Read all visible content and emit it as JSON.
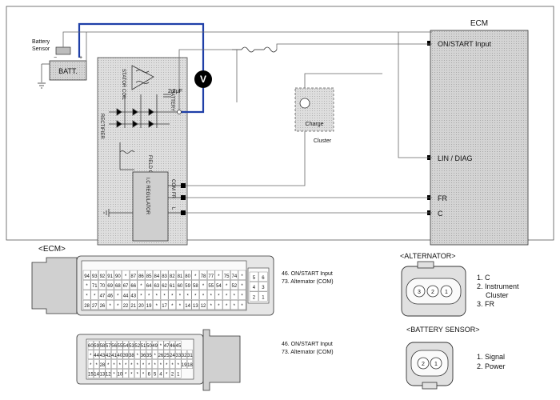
{
  "schematic": {
    "battery_sensor_label": [
      "Battery",
      "Sensor"
    ],
    "battery_label": "BATT.",
    "battery_terminal": "BATTERY",
    "voltmeter_symbol": "V",
    "stator_coil": "STATOR COIL",
    "rectifier": "RECTIFIER",
    "field_coil": "FIELD COIL",
    "ic_regulator": "I.C REGULATOR",
    "cap_value": "2.2μF",
    "alt_terminals": [
      "COM",
      "FR",
      "L"
    ],
    "charge_lamp": "Charge",
    "cluster": "Cluster",
    "ecm_title": "ECM",
    "ecm_inputs": [
      "ON/START Input",
      "LIN / DIAG",
      "FR",
      "C"
    ]
  },
  "connectors": {
    "ecm_title": "<ECM>",
    "ecm_upper_rows": [
      [
        "94",
        "93",
        "92",
        "91",
        "90",
        "*",
        "87",
        "86",
        "85",
        "84",
        "83",
        "82",
        "81",
        "80",
        "*",
        "78",
        "77",
        "*",
        "75",
        "74",
        "*"
      ],
      [
        "*",
        "71",
        "70",
        "69",
        "68",
        "67",
        "66",
        "*",
        "64",
        "63",
        "62",
        "61",
        "60",
        "59",
        "58",
        "*",
        "55",
        "54",
        "*",
        "52",
        "*"
      ],
      [
        "*",
        "*",
        "47",
        "46",
        "*",
        "44",
        "43",
        "*",
        "*",
        "*",
        "*",
        "*",
        "*",
        "*",
        "*",
        "*",
        "*",
        "*",
        "*",
        "*",
        "*"
      ],
      [
        "28",
        "27",
        "26",
        "*",
        "*",
        "22",
        "21",
        "20",
        "19",
        "*",
        "17",
        "*",
        "*",
        "14",
        "13",
        "12",
        "*",
        "*",
        "*",
        "*",
        "*"
      ]
    ],
    "ecm_upper_side": [
      [
        "5",
        "6"
      ],
      [
        "4",
        "3"
      ],
      [
        "2",
        "1"
      ]
    ],
    "ecm_upper_notes": [
      "46. ON/START Input",
      "73. Alternator (COM)"
    ],
    "ecm_lower_rows": [
      [
        "60",
        "59",
        "58",
        "57",
        "56",
        "55",
        "54",
        "53",
        "52",
        "51",
        "50",
        "49",
        "*",
        "47",
        "46",
        "45"
      ],
      [
        "*",
        "44",
        "43",
        "42",
        "41",
        "40",
        "39",
        "38",
        "*",
        "36",
        "35",
        "*",
        "26",
        "25",
        "24",
        "33",
        "32",
        "31"
      ],
      [
        "*",
        "*",
        "28",
        "*",
        "*",
        "*",
        "*",
        "*",
        "*",
        "*",
        "*",
        "*",
        "*",
        "*",
        "*",
        "*",
        "19",
        "18"
      ],
      [
        "15",
        "14",
        "13",
        "12",
        "*",
        "10",
        "*",
        "*",
        "*",
        "*",
        "6",
        "5",
        "4",
        "*",
        "2",
        "1"
      ]
    ],
    "ecm_lower_notes": [
      "46. ON/START Input",
      "73. Alternator (COM)"
    ],
    "alternator": {
      "title": "<ALTERNATOR>",
      "pins": [
        "3",
        "2",
        "1"
      ],
      "legend": [
        "1. C",
        "2. Instrument",
        "Cluster",
        "3. FR"
      ]
    },
    "battery_sensor": {
      "title": "<BATTERY SENSOR>",
      "pins": [
        "2",
        "1"
      ],
      "legend": [
        "1. Signal",
        "2. Power"
      ]
    }
  },
  "colors": {
    "highlight_wire": "#1f3fa8",
    "panel_gray": "#cfcfcf",
    "ecm_gray": "#d6d6d6"
  }
}
